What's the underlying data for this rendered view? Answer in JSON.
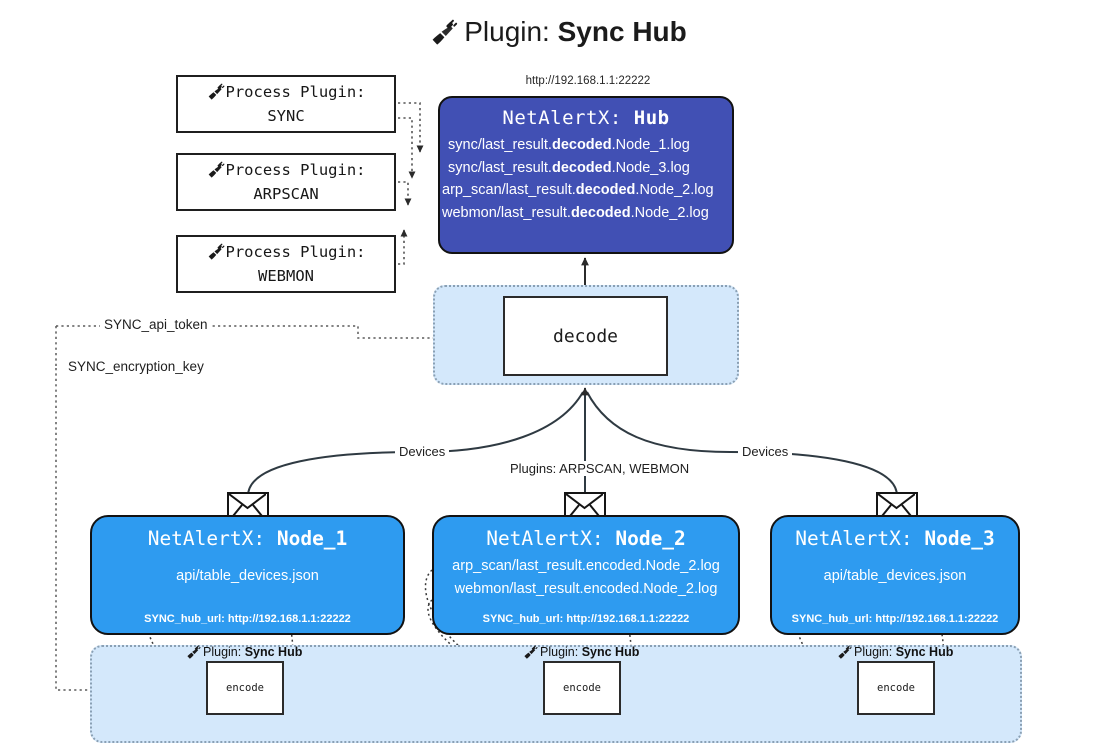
{
  "title": {
    "icon": "plug-icon",
    "prefix": "Plugin: ",
    "name": "Sync Hub"
  },
  "hub": {
    "url_caption": "http://192.168.1.1:22222",
    "title_prefix": "NetAlertX: ",
    "title_name": "Hub",
    "log_lines": [
      {
        "pre": "sync/last_result.",
        "bold": "decoded",
        "post": ".Node_1.log"
      },
      {
        "pre": "sync/last_result.",
        "bold": "decoded",
        "post": ".Node_3.log"
      },
      {
        "pre": "arp_scan/last_result.",
        "bold": "decoded",
        "post": ".Node_2.log"
      },
      {
        "pre": "webmon/last_result.",
        "bold": "decoded",
        "post": ".Node_2.log"
      }
    ]
  },
  "process_plugins": [
    {
      "icon": "plug-icon",
      "line1": "Process Plugin:",
      "line2": "SYNC"
    },
    {
      "icon": "plug-icon",
      "line1": "Process Plugin:",
      "line2": "ARPSCAN"
    },
    {
      "icon": "plug-icon",
      "line1": "Process Plugin:",
      "line2": "WEBMON"
    }
  ],
  "decode": {
    "label": "decode"
  },
  "config_keys": [
    {
      "label": "SYNC_api_token"
    },
    {
      "label": "SYNC_encryption_key"
    }
  ],
  "edge_labels": {
    "devices_left": "Devices",
    "devices_right": "Devices",
    "plugins_middle": "Plugins: ARPSCAN, WEBMON"
  },
  "nodes": [
    {
      "id": "node1",
      "icon": "envelope-icon",
      "title_prefix": "NetAlertX: ",
      "title_name": "Node_1",
      "lines": [
        "api/table_devices.json"
      ],
      "footer": "SYNC_hub_url: http://192.168.1.1:22222"
    },
    {
      "id": "node2",
      "icon": "envelope-icon",
      "title_prefix": "NetAlertX: ",
      "title_name": "Node_2",
      "lines": [
        "arp_scan/last_result.encoded.Node_2.log",
        "webmon/last_result.encoded.Node_2.log"
      ],
      "footer": "SYNC_hub_url: http://192.168.1.1:22222"
    },
    {
      "id": "node3",
      "icon": "envelope-icon",
      "title_prefix": "NetAlertX: ",
      "title_name": "Node_3",
      "lines": [
        "api/table_devices.json"
      ],
      "footer": "SYNC_hub_url: http://192.168.1.1:22222"
    }
  ],
  "encoders": [
    {
      "icon": "plug-icon",
      "label_prefix": "Plugin: ",
      "label_name": "Sync Hub",
      "box": "encode"
    },
    {
      "icon": "plug-icon",
      "label_prefix": "Plugin: ",
      "label_name": "Sync Hub",
      "box": "encode"
    },
    {
      "icon": "plug-icon",
      "label_prefix": "Plugin: ",
      "label_name": "Sync Hub",
      "box": "encode"
    }
  ],
  "colors": {
    "hub_fill": "#4150b4",
    "node_fill": "#2e9bf0",
    "zone_fill": "#d4e8fb",
    "stroke": "#121212",
    "dotted_stroke": "#8aa0b4"
  }
}
